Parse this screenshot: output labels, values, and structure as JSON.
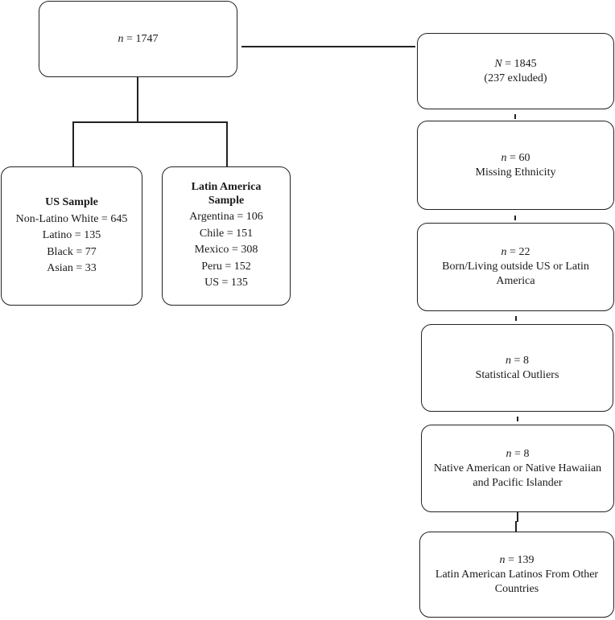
{
  "root": {
    "n_symbol": "n",
    "n_text": " = 1747"
  },
  "us_sample": {
    "title": "US Sample",
    "rows": [
      "Non-Latino White = 645",
      "Latino = 135",
      "Black = 77",
      "Asian = 33"
    ]
  },
  "latin_sample": {
    "title_line1": "Latin America",
    "title_line2": "Sample",
    "rows": [
      "Argentina = 106",
      "Chile = 151",
      "Mexico = 308",
      "Peru = 152",
      "US = 135"
    ]
  },
  "exclusions": [
    {
      "n_symbol": "N",
      "n_text": " = 1845",
      "label": "(237 exluded)"
    },
    {
      "n_symbol": "n",
      "n_text": " = 60",
      "label": "Missing Ethnicity"
    },
    {
      "n_symbol": "n",
      "n_text": " = 22",
      "label": "Born/Living outside US or Latin America"
    },
    {
      "n_symbol": "n",
      "n_text": " = 8",
      "label": "Statistical Outliers"
    },
    {
      "n_symbol": "n",
      "n_text": " = 8",
      "label": "Native American or Native Hawaiian and Pacific Islander"
    },
    {
      "n_symbol": "n",
      "n_text": " = 139",
      "label": "Latin American Latinos From Other Countries"
    }
  ]
}
